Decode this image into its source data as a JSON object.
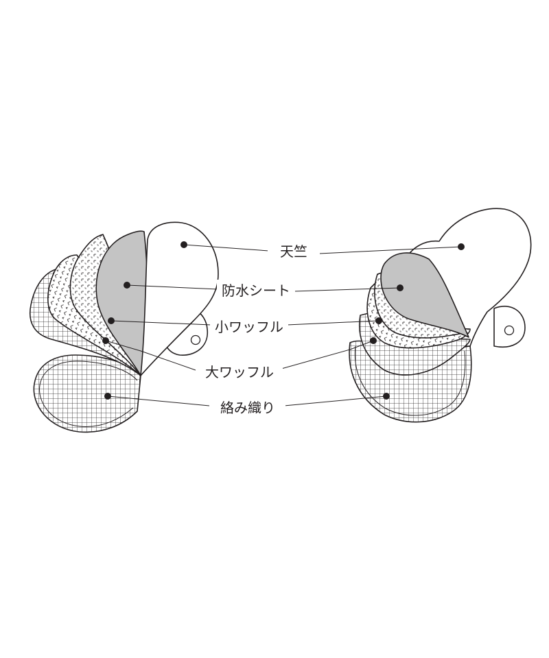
{
  "labels": {
    "tenjiku": "天竺",
    "bousui_sheet": "防水シート",
    "small_waffle": "小ワッフル",
    "large_waffle": "大ワッフル",
    "karami_ori": "絡み織り"
  },
  "colors": {
    "line": "#231f20",
    "waterproof_fill": "#c4c4c4",
    "fabric_fill": "#ffffff",
    "background": "#ffffff"
  },
  "icons": {
    "snap": "snap-button-icon"
  }
}
